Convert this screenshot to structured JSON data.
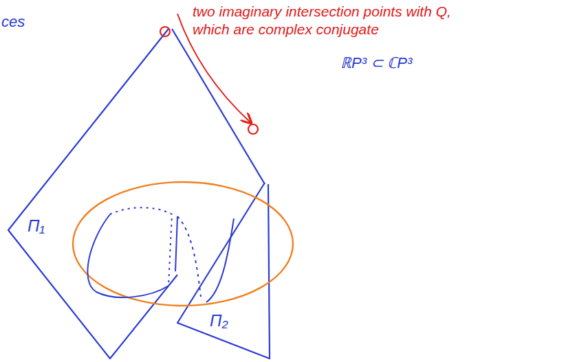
{
  "diagram": {
    "labels": [
      "ces",
      "two imaginary intersection points with Q, which are complex conjugate",
      "ℝP³ ⊂ ℂP³",
      "Π₁",
      "Π₂"
    ]
  }
}
